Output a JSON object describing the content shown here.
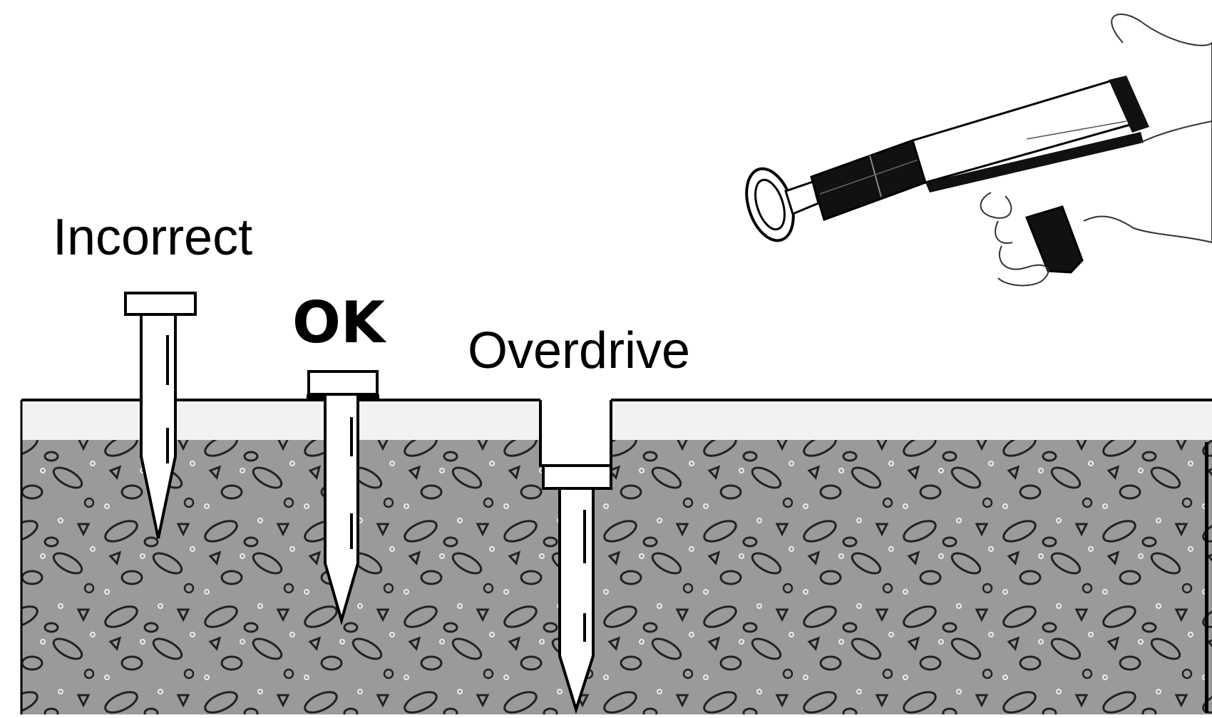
{
  "labels": {
    "incorrect": "Incorrect",
    "ok": "OK",
    "overdrive": "Overdrive"
  },
  "colors": {
    "concrete": "#9a9a9a",
    "surface_layer": "#f2f2f2",
    "outline": "#111111",
    "background": "#ffffff"
  }
}
